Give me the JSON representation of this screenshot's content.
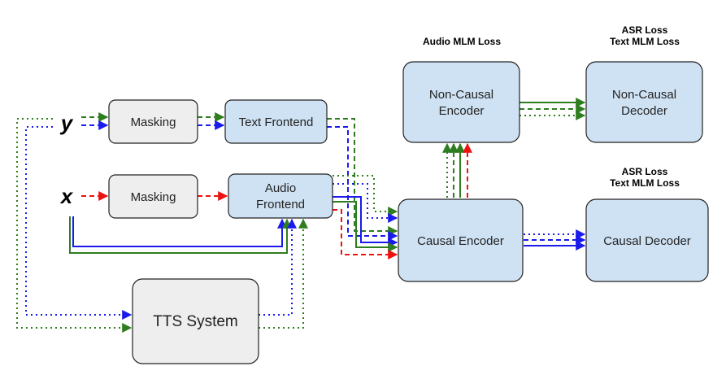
{
  "inputs": {
    "y": "y",
    "x": "x"
  },
  "boxes": {
    "masking_y": "Masking",
    "masking_x": "Masking",
    "text_frontend": "Text Frontend",
    "audio_frontend": [
      "Audio",
      "Frontend"
    ],
    "tts_system": "TTS System",
    "causal_encoder": "Causal Encoder",
    "noncausal_encoder": [
      "Non-Causal",
      "Encoder"
    ],
    "noncausal_decoder": [
      "Non-Causal",
      "Decoder"
    ],
    "causal_decoder": "Causal Decoder"
  },
  "losses": {
    "noncausal_encoder": "Audio MLM Loss",
    "noncausal_decoder": [
      "ASR Loss",
      "Text MLM Loss"
    ],
    "causal_decoder": [
      "ASR Loss",
      "Text MLM Loss"
    ]
  },
  "colors": {
    "blue": "#1a1aee",
    "green": "#2e7d1e",
    "red": "#ee1111",
    "box_blue": "#cfe2f3",
    "box_gray": "#eeeeee",
    "box_border": "#222222"
  }
}
